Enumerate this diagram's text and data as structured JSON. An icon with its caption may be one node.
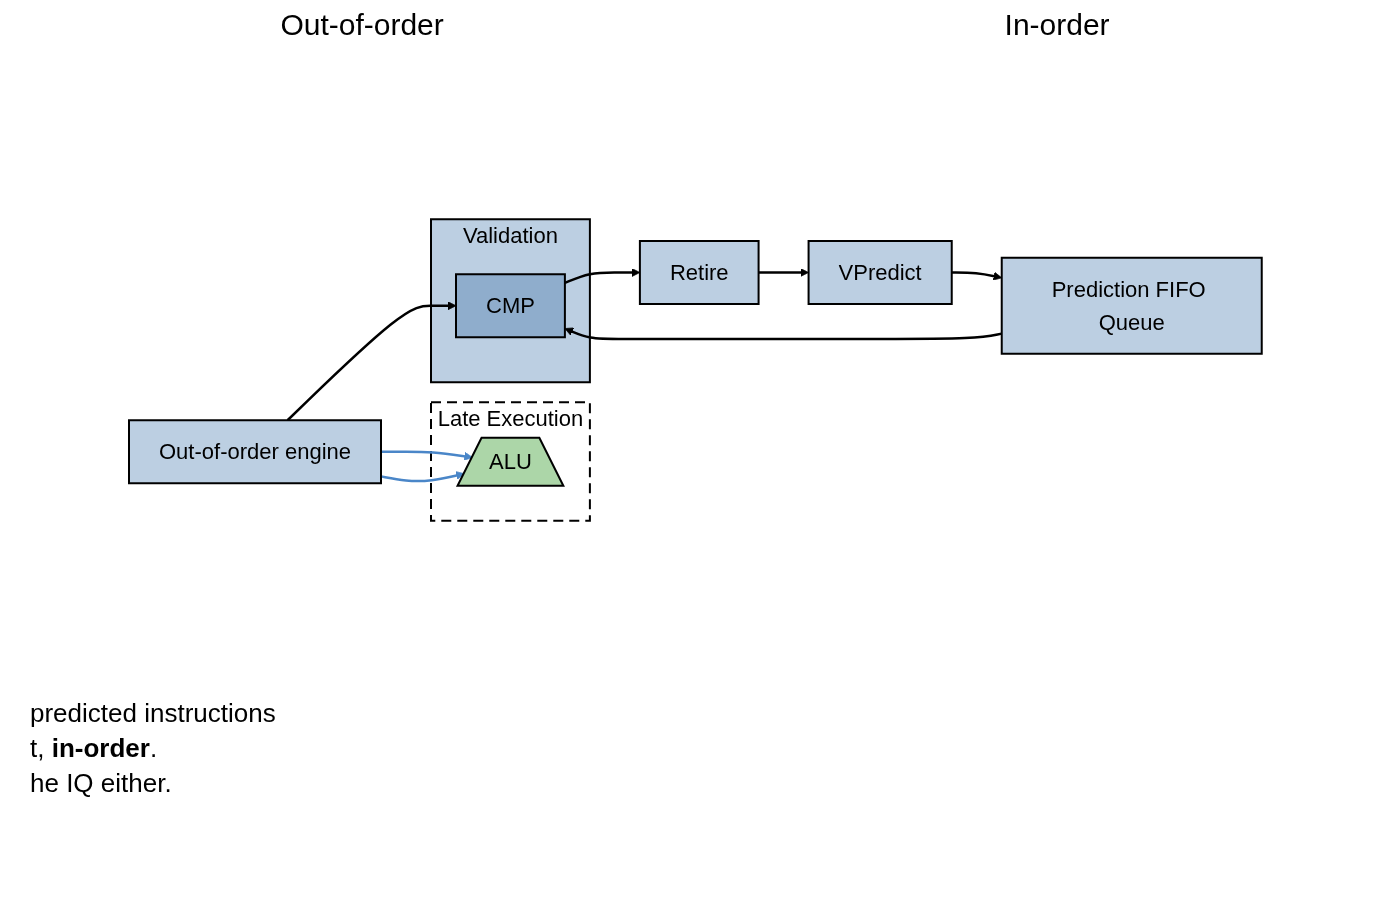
{
  "diagram": {
    "nodes": [
      {
        "text": [
          "Out-of-order engine"
        ]
      },
      {
        "text": [
          "Late Execution"
        ]
      },
      {
        "text": [
          "ALU"
        ],
        "in": 1
      },
      {
        "text": [
          "Validation"
        ]
      },
      {
        "text": [
          "CMP"
        ],
        "in": 3
      },
      {
        "text": [
          "Retire"
        ]
      },
      {
        "text": [
          "VPredict"
        ]
      },
      {
        "text": [
          "Prediction FIFO Queue"
        ]
      }
    ],
    "edges": [
      {
        "from": 0,
        "to": 2,
        "arrow": "to",
        "color": "#4a86c8"
      },
      {
        "from": 0,
        "to": 2,
        "arrow": "to",
        "color": "#4a86c8"
      },
      {
        "from": 0,
        "to": 4,
        "arrow": "to"
      },
      {
        "from": 4,
        "to": 5,
        "arrow": "to"
      },
      {
        "from": 5,
        "to": 6,
        "arrow": "to"
      },
      {
        "from": 6,
        "to": 7,
        "arrow": "to"
      },
      {
        "from": 7,
        "to": 4,
        "arrow": "to"
      }
    ],
    "labels": [
      "Out-of-order",
      "In-order",
      "predicted instructions",
      "t, **in-order**.",
      "he IQ either."
    ]
  }
}
